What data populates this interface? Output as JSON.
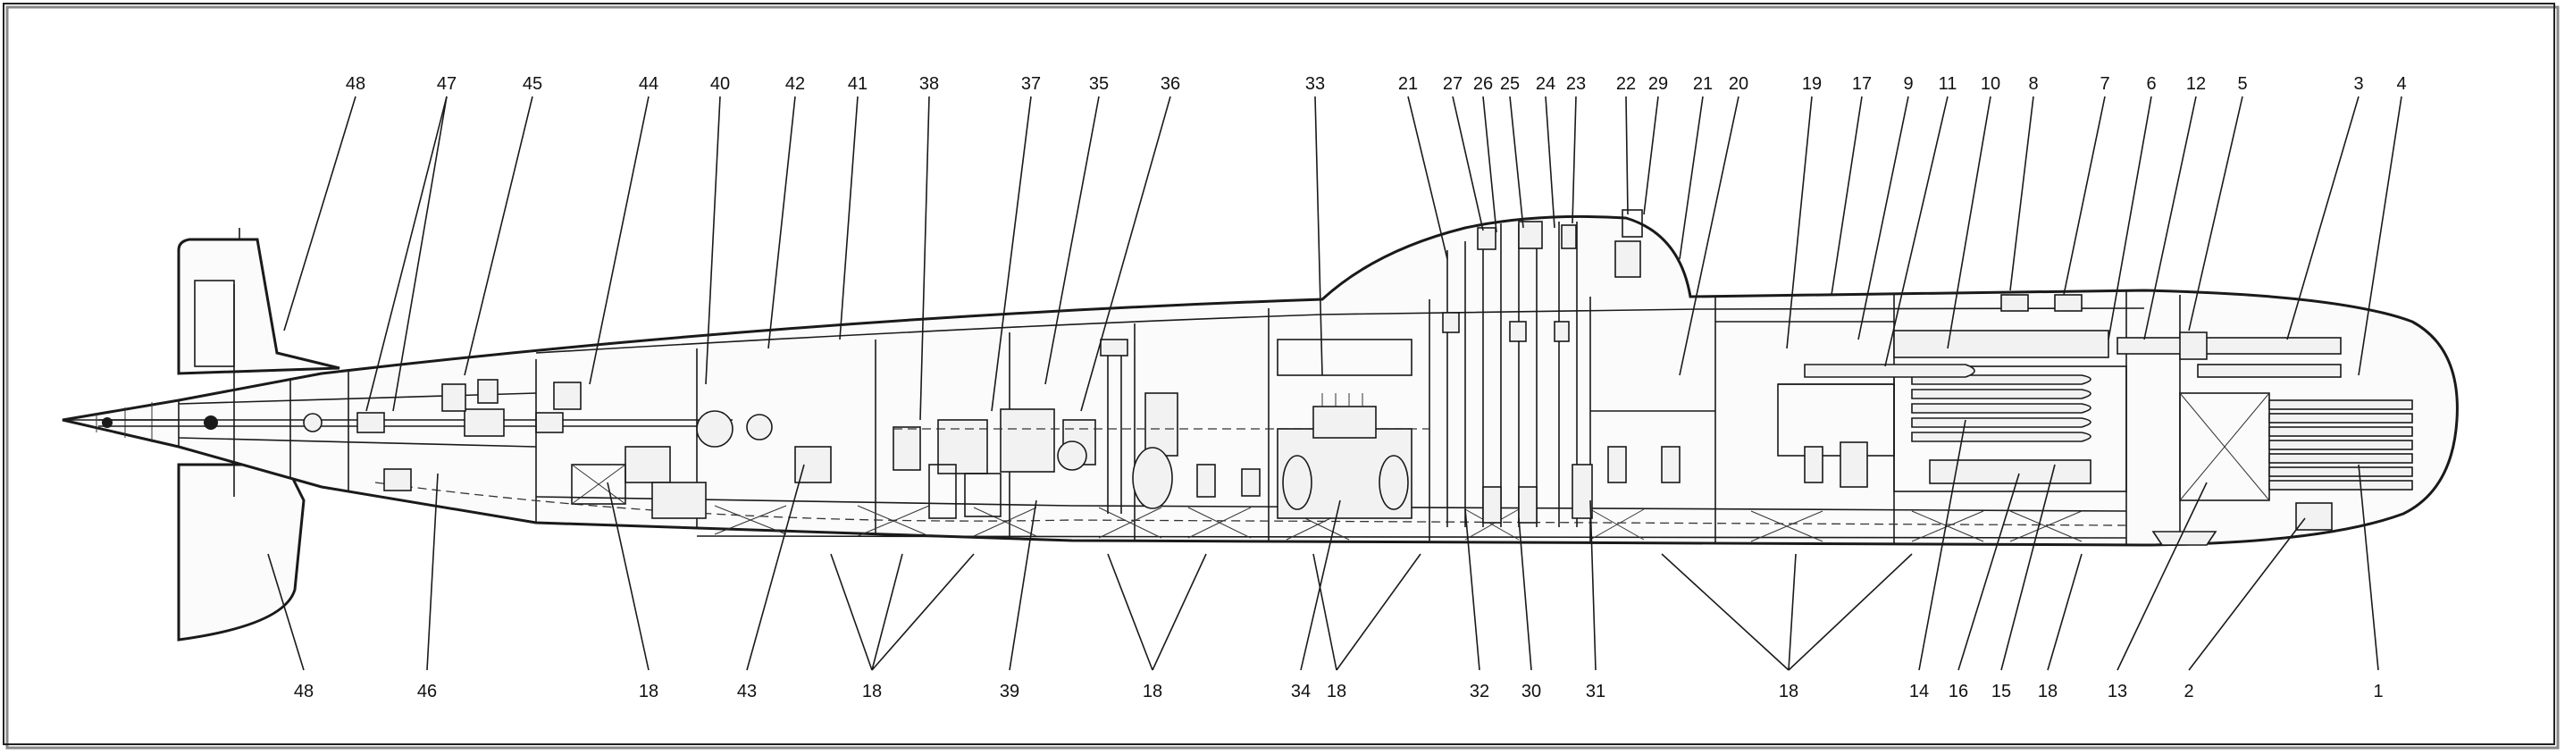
{
  "diagram": {
    "callouts_top": [
      {
        "id": "c48t",
        "label": "48"
      },
      {
        "id": "c47",
        "label": "47"
      },
      {
        "id": "c45",
        "label": "45"
      },
      {
        "id": "c44",
        "label": "44"
      },
      {
        "id": "c40",
        "label": "40"
      },
      {
        "id": "c42",
        "label": "42"
      },
      {
        "id": "c41",
        "label": "41"
      },
      {
        "id": "c38",
        "label": "38"
      },
      {
        "id": "c37",
        "label": "37"
      },
      {
        "id": "c35",
        "label": "35"
      },
      {
        "id": "c36",
        "label": "36"
      },
      {
        "id": "c33",
        "label": "33"
      },
      {
        "id": "c21a",
        "label": "21"
      },
      {
        "id": "c27",
        "label": "27"
      },
      {
        "id": "c26",
        "label": "26"
      },
      {
        "id": "c25",
        "label": "25"
      },
      {
        "id": "c24",
        "label": "24"
      },
      {
        "id": "c23",
        "label": "23"
      },
      {
        "id": "c22",
        "label": "22"
      },
      {
        "id": "c29",
        "label": "29"
      },
      {
        "id": "c21b",
        "label": "21"
      },
      {
        "id": "c20",
        "label": "20"
      },
      {
        "id": "c19",
        "label": "19"
      },
      {
        "id": "c17",
        "label": "17"
      },
      {
        "id": "c9",
        "label": "9"
      },
      {
        "id": "c11",
        "label": "11"
      },
      {
        "id": "c10",
        "label": "10"
      },
      {
        "id": "c8",
        "label": "8"
      },
      {
        "id": "c7",
        "label": "7"
      },
      {
        "id": "c6",
        "label": "6"
      },
      {
        "id": "c12",
        "label": "12"
      },
      {
        "id": "c5",
        "label": "5"
      },
      {
        "id": "c3",
        "label": "3"
      },
      {
        "id": "c4",
        "label": "4"
      }
    ],
    "callouts_bottom": [
      {
        "id": "c48b",
        "label": "48"
      },
      {
        "id": "c46",
        "label": "46"
      },
      {
        "id": "c18a",
        "label": "18"
      },
      {
        "id": "c43",
        "label": "43"
      },
      {
        "id": "c18b",
        "label": "18"
      },
      {
        "id": "c39",
        "label": "39"
      },
      {
        "id": "c18c",
        "label": "18"
      },
      {
        "id": "c34",
        "label": "34"
      },
      {
        "id": "c18d",
        "label": "18"
      },
      {
        "id": "c32",
        "label": "32"
      },
      {
        "id": "c30",
        "label": "30"
      },
      {
        "id": "c31",
        "label": "31"
      },
      {
        "id": "c18e",
        "label": "18"
      },
      {
        "id": "c14",
        "label": "14"
      },
      {
        "id": "c16",
        "label": "16"
      },
      {
        "id": "c15",
        "label": "15"
      },
      {
        "id": "c18f",
        "label": "18"
      },
      {
        "id": "c13",
        "label": "13"
      },
      {
        "id": "c2",
        "label": "2"
      },
      {
        "id": "c1",
        "label": "1"
      }
    ]
  }
}
